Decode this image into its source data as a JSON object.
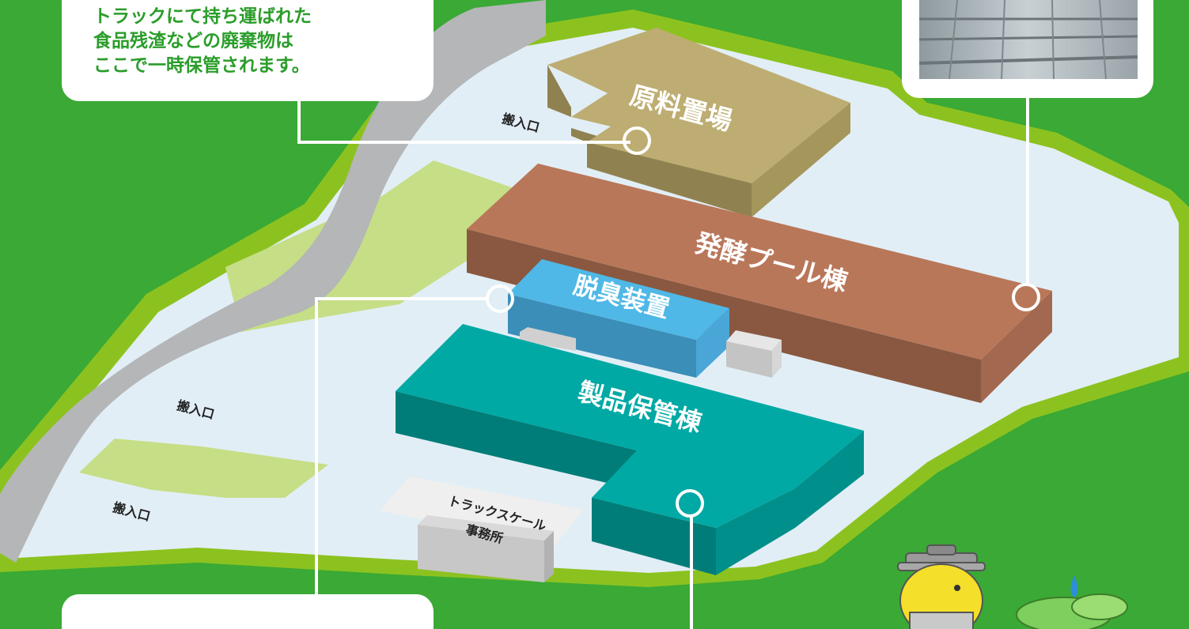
{
  "callouts": {
    "raw_storage": {
      "lines": [
        "トラックにて持ち運ばれた",
        "食品残渣などの廃棄物は",
        "ここで一時保管されます。"
      ]
    }
  },
  "buildings": {
    "raw_material_yard": "原料置場",
    "fermentation_pool": "発酵プール棟",
    "deodorizer": "脱臭装置",
    "product_storage": "製品保管棟",
    "truck_scale_line1": "トラックスケール",
    "truck_scale_line2": "事務所"
  },
  "entrances": {
    "top": "搬入口",
    "middle": "搬入口",
    "bottom": "搬入口"
  },
  "colors": {
    "background_green": "#3aa935",
    "border_lime": "#8cc21f",
    "site_ground": "#e2eef6",
    "road_gray": "#b4b6b8",
    "lawn_light": "#c6de86",
    "raw_yard": "#bead72",
    "fermentation": "#b97759",
    "deodorizer": "#4fb8e6",
    "product": "#00a9a4",
    "callout_text": "#2a9d2a"
  }
}
